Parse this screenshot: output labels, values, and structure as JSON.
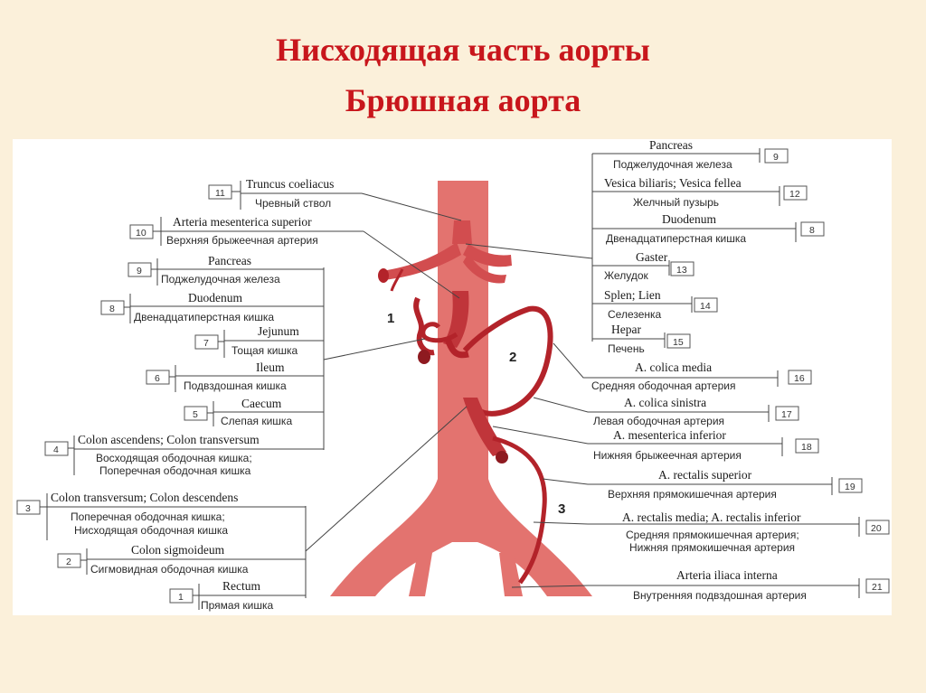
{
  "title": {
    "line1": "Нисходящая часть аорты",
    "line2": "Брюшная аорта"
  },
  "colors": {
    "title": "#c8161c",
    "background": "#fbf0da",
    "artery": "#e3736f",
    "artery_dark": "#b3232a"
  },
  "regions": {
    "r1": "1",
    "r2": "2",
    "r3": "3"
  },
  "left_labels": {
    "l11": {
      "num": "11",
      "lat": "Truncus coeliacus",
      "rus": "Чревный ствол"
    },
    "l10": {
      "num": "10",
      "lat": "Arteria mesenterica superior",
      "rus": "Верхняя брыжеечная артерия"
    },
    "l9": {
      "num": "9",
      "lat": "Pancreas",
      "rus": "Поджелудочная железа"
    },
    "l8": {
      "num": "8",
      "lat": "Duodenum",
      "rus": "Двенадцатиперстная кишка"
    },
    "l7": {
      "num": "7",
      "lat": "Jejunum",
      "rus": "Тощая кишка"
    },
    "l6": {
      "num": "6",
      "lat": "Ileum",
      "rus": "Подвздошная кишка"
    },
    "l5": {
      "num": "5",
      "lat": "Caecum",
      "rus": "Слепая кишка"
    },
    "l4": {
      "num": "4",
      "lat": "Colon ascendens; Colon transversum",
      "rus1": "Восходящая ободочная кишка;",
      "rus2": "Поперечная ободочная кишка"
    },
    "l3": {
      "num": "3",
      "lat": "Colon transversum; Colon descendens",
      "rus1": "Поперечная ободочная кишка;",
      "rus2": "Нисходящая ободочная кишка"
    },
    "l2": {
      "num": "2",
      "lat": "Colon sigmoideum",
      "rus": "Сигмовидная ободочная кишка"
    },
    "l1": {
      "num": "1",
      "lat": "Rectum",
      "rus": "Прямая кишка"
    }
  },
  "right_labels": {
    "r9": {
      "num": "9",
      "lat": "Pancreas",
      "rus": "Поджелудочная железа"
    },
    "r12": {
      "num": "12",
      "lat": "Vesica biliaris; Vesica fellea",
      "rus": "Желчный пузырь"
    },
    "r8": {
      "num": "8",
      "lat": "Duodenum",
      "rus": "Двенадцатиперстная кишка"
    },
    "r13": {
      "num": "13",
      "lat": "Gaster",
      "rus": "Желудок"
    },
    "r14": {
      "num": "14",
      "lat": "Splen; Lien",
      "rus": "Селезенка"
    },
    "r15": {
      "num": "15",
      "lat": "Hepar",
      "rus": "Печень"
    },
    "r16": {
      "num": "16",
      "lat": "A. colica media",
      "rus": "Средняя ободочная артерия"
    },
    "r17": {
      "num": "17",
      "lat": "A. colica sinistra",
      "rus": "Левая ободочная артерия"
    },
    "r18": {
      "num": "18",
      "lat": "A. mesenterica inferior",
      "rus": "Нижняя брыжеечная артерия"
    },
    "r19": {
      "num": "19",
      "lat": "A. rectalis superior",
      "rus": "Верхняя прямокишечная артерия"
    },
    "r20": {
      "num": "20",
      "lat": "A. rectalis media; A. rectalis inferior",
      "rus1": "Средняя прямокишечная артерия;",
      "rus2": "Нижняя прямокишечная артерия"
    },
    "r21": {
      "num": "21",
      "lat": "Arteria iliaca interna",
      "rus": "Внутренняя подвздошная артерия"
    }
  }
}
